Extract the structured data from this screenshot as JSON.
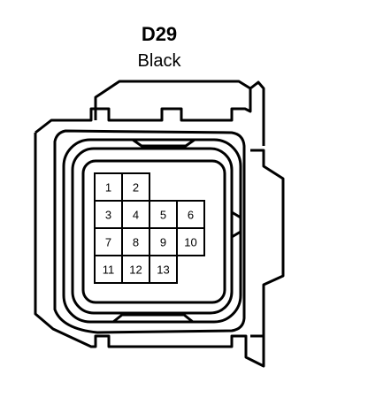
{
  "connector": {
    "code": "D29",
    "color": "Black",
    "pins": [
      {
        "label": "1",
        "row": 0,
        "col": 0
      },
      {
        "label": "2",
        "row": 0,
        "col": 1
      },
      {
        "label": "3",
        "row": 1,
        "col": 0
      },
      {
        "label": "4",
        "row": 1,
        "col": 1
      },
      {
        "label": "5",
        "row": 1,
        "col": 2
      },
      {
        "label": "6",
        "row": 1,
        "col": 3
      },
      {
        "label": "7",
        "row": 2,
        "col": 0
      },
      {
        "label": "8",
        "row": 2,
        "col": 1
      },
      {
        "label": "9",
        "row": 2,
        "col": 2
      },
      {
        "label": "10",
        "row": 2,
        "col": 3
      },
      {
        "label": "11",
        "row": 3,
        "col": 0
      },
      {
        "label": "12",
        "row": 3,
        "col": 1
      },
      {
        "label": "13",
        "row": 3,
        "col": 2
      }
    ]
  }
}
